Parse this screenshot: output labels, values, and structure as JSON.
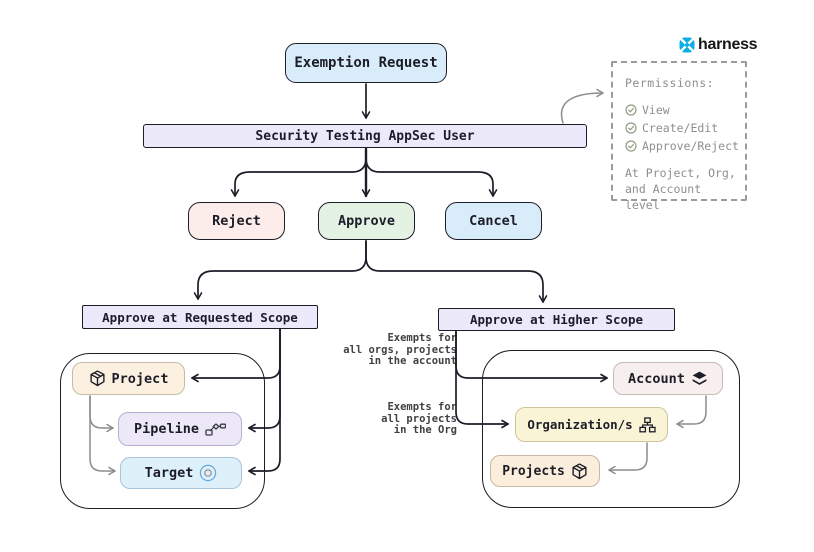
{
  "header": {
    "brand": "harness"
  },
  "permissions_panel": {
    "title": "Permissions:",
    "items": [
      {
        "label": "View"
      },
      {
        "label": "Create/Edit"
      },
      {
        "label": "Approve/Reject"
      }
    ],
    "footer": [
      "At Project, Org,",
      "and Account level"
    ]
  },
  "nodes": {
    "exemption_request": {
      "label": "Exemption Request"
    },
    "appsec_user": {
      "label": "Security Testing AppSec User"
    },
    "reject": {
      "label": "Reject"
    },
    "approve": {
      "label": "Approve"
    },
    "cancel": {
      "label": "Cancel"
    },
    "requested_scope": {
      "label": "Approve at Requested Scope"
    },
    "higher_scope": {
      "label": "Approve at Higher Scope"
    },
    "project": {
      "label": "Project"
    },
    "pipeline": {
      "label": "Pipeline"
    },
    "target": {
      "label": "Target"
    },
    "account": {
      "label": "Account"
    },
    "organization": {
      "label": "Organization/s"
    },
    "projects": {
      "label": "Projects"
    }
  },
  "annotations": {
    "account_note": {
      "lines": [
        "Exempts for",
        "all orgs, projects",
        "in the account"
      ]
    },
    "org_note": {
      "lines": [
        "Exempts for",
        "all projects",
        "in the Org"
      ]
    }
  },
  "colors": {
    "brand_blue": "#0aaee4",
    "approve_green": "#e4f2e4",
    "reject_red": "#fcecea",
    "cancel_blue": "#d9ecfa",
    "scope_lavender": "#ece9fa",
    "line_dark": "#1d1d28",
    "line_gray": "#8c8c8c"
  }
}
